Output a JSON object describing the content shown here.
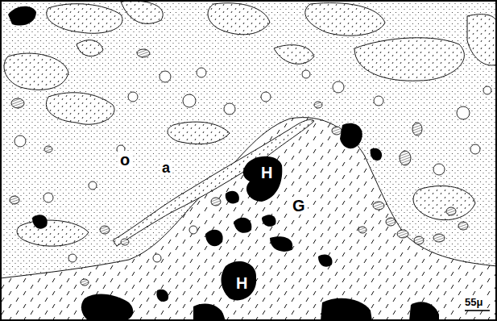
{
  "diagram": {
    "labels": [
      "o",
      "a",
      "H",
      "G",
      "H",
      "55μ"
    ]
  }
}
